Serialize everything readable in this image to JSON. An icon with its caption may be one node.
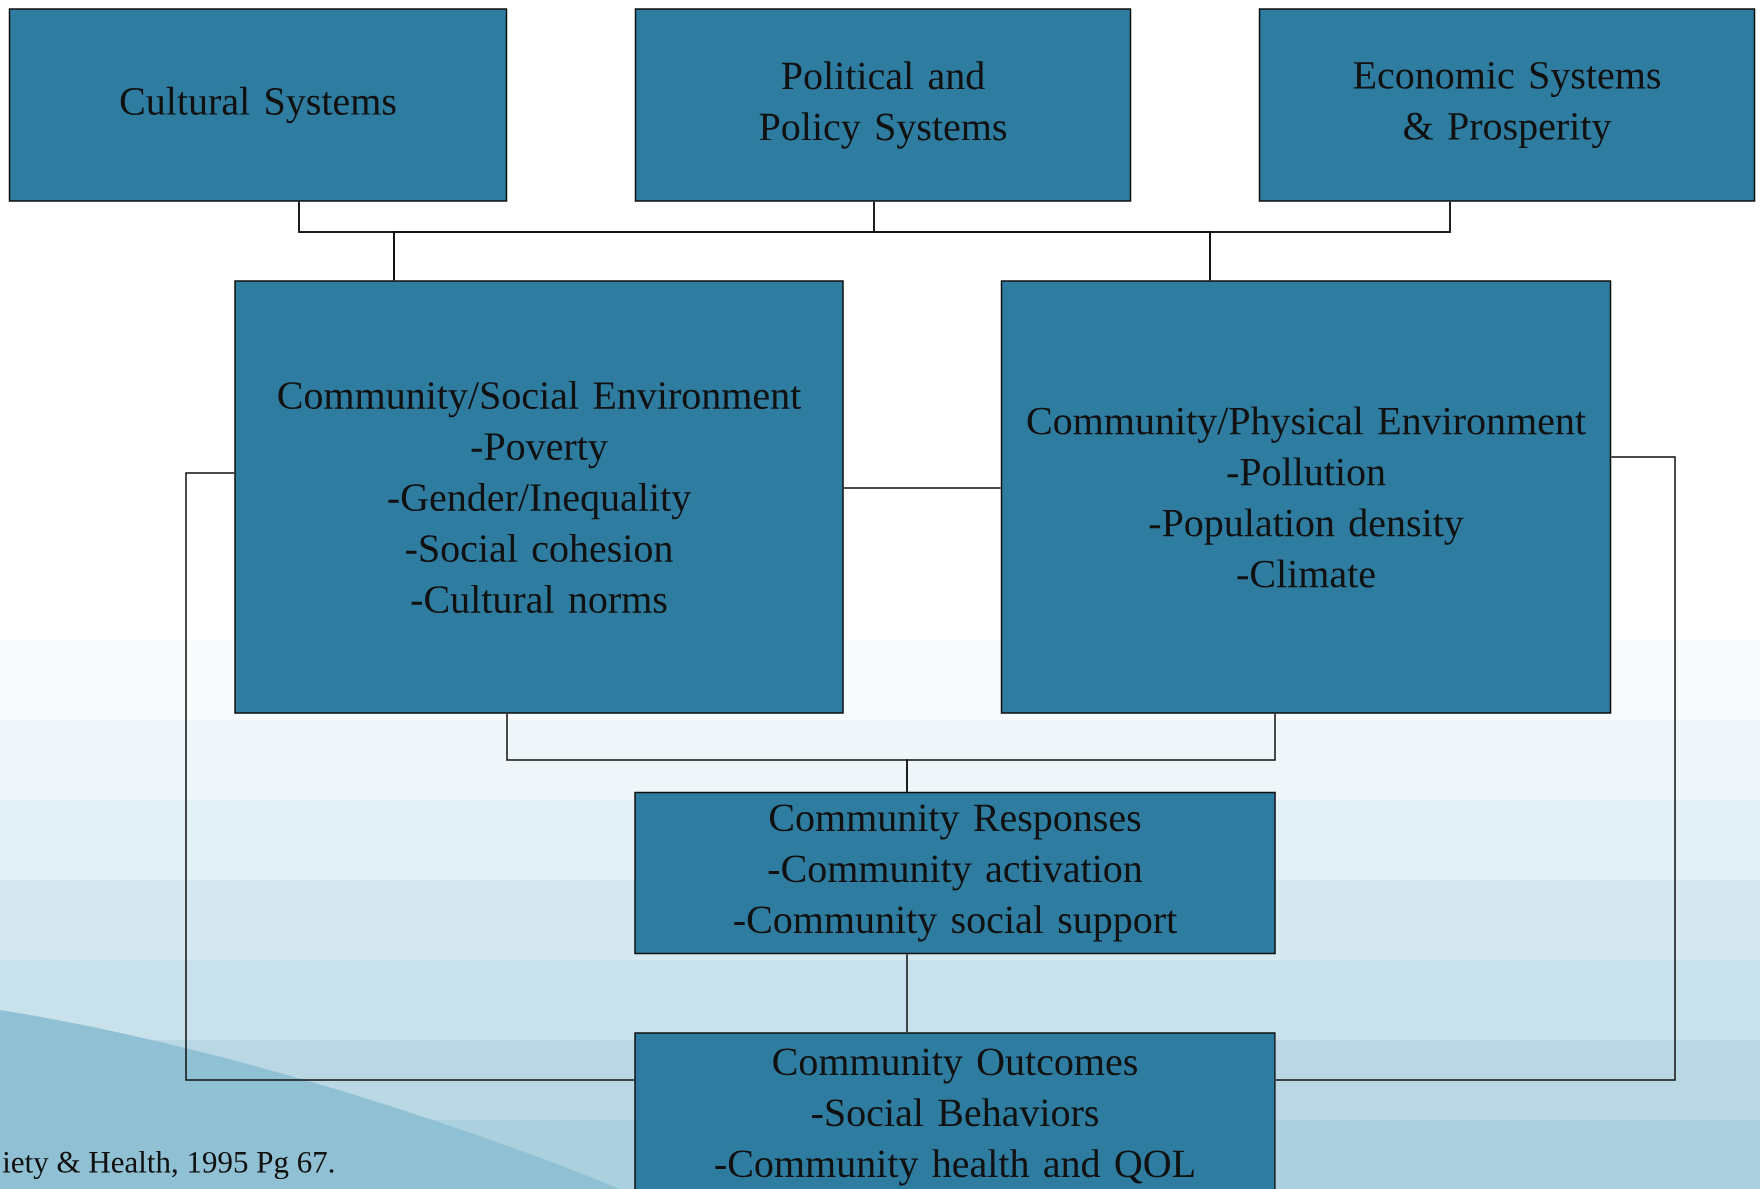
{
  "diagram": {
    "nodes": [
      {
        "text": [
          "Cultural Systems"
        ]
      },
      {
        "text": [
          "Political and Policy Systems"
        ]
      },
      {
        "text": [
          "Economic Systems & Prosperity"
        ]
      },
      {
        "text": [
          "Community/Social Environment",
          "-Poverty",
          "-Gender/Inequality",
          "-Social cohesion",
          "-Cultural norms"
        ]
      },
      {
        "text": [
          "Community/Physical Environment",
          "-Pollution",
          "-Population density",
          "-Climate"
        ]
      },
      {
        "text": [
          "Community Responses",
          "-Community activation",
          "-Community social support"
        ]
      },
      {
        "text": [
          "Community Outcomes",
          "-Social Behaviors",
          "-Community health and QOL"
        ]
      }
    ],
    "edges": [
      {
        "from": 0,
        "to": 3,
        "arrow": "none"
      },
      {
        "from": 0,
        "to": 4,
        "arrow": "none"
      },
      {
        "from": 1,
        "to": 3,
        "arrow": "none"
      },
      {
        "from": 1,
        "to": 4,
        "arrow": "none"
      },
      {
        "from": 2,
        "to": 3,
        "arrow": "none"
      },
      {
        "from": 2,
        "to": 4,
        "arrow": "none"
      },
      {
        "from": 3,
        "to": 4,
        "arrow": "none"
      },
      {
        "from": 3,
        "to": 5,
        "arrow": "none"
      },
      {
        "from": 4,
        "to": 5,
        "arrow": "none"
      },
      {
        "from": 5,
        "to": 6,
        "arrow": "none"
      },
      {
        "from": 3,
        "to": 6,
        "arrow": "none"
      },
      {
        "from": 4,
        "to": 6,
        "arrow": "none"
      }
    ],
    "labels": [
      "iety & Health, 1995 Pg 67."
    ]
  }
}
